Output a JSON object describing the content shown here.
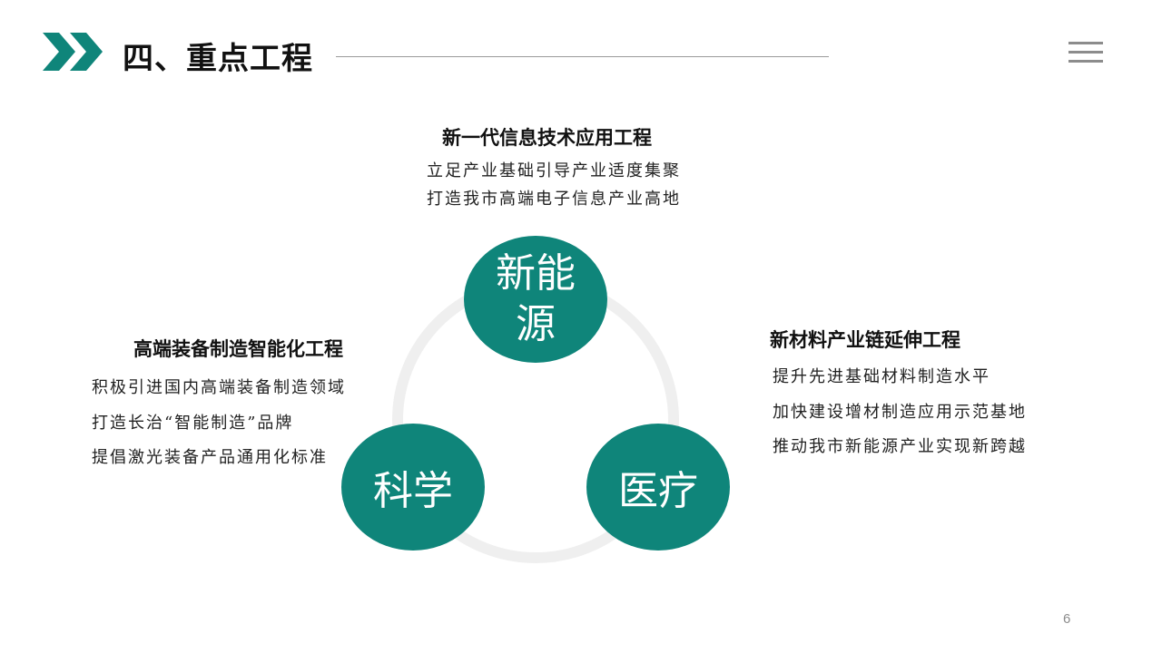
{
  "header": {
    "title": "四、重点工程"
  },
  "colors": {
    "accent": "#0f857a",
    "ring": "#efefef",
    "rule": "#9a9a9a",
    "menu": "#8c8c8c"
  },
  "icons": {
    "logo": "double-chevron-right-icon",
    "menu": "hamburger-menu-icon"
  },
  "circles": {
    "top": "新能源",
    "left": "科学",
    "right": "医疗"
  },
  "blocks": {
    "top": {
      "heading": "新一代信息技术应用工程",
      "lines": [
        "立足产业基础引导产业适度集聚",
        "打造我市高端电子信息产业高地"
      ]
    },
    "left": {
      "heading": "高端装备制造智能化工程",
      "lines": [
        "积极引进国内高端装备制造领域",
        "打造长治“智能制造”品牌",
        "提倡激光装备产品通用化标准"
      ]
    },
    "right": {
      "heading": "新材料产业链延伸工程",
      "lines": [
        "提升先进基础材料制造水平",
        "加快建设增材制造应用示范基地",
        "推动我市新能源产业实现新跨越"
      ]
    }
  },
  "footer": {
    "page_number": "6"
  }
}
